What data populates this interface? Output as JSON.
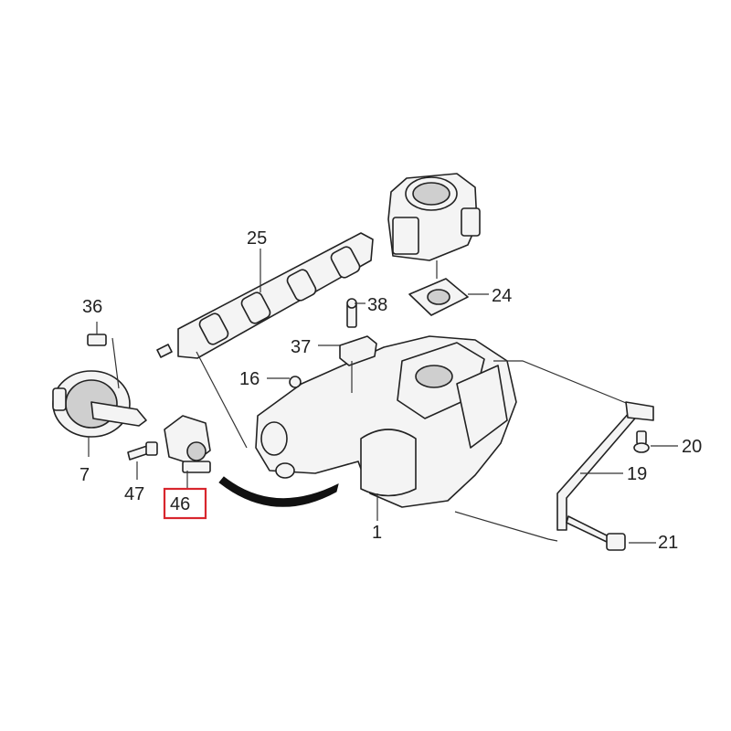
{
  "parts": {
    "p1": "1",
    "p7": "7",
    "p16": "16",
    "p19": "19",
    "p20": "20",
    "p21": "21",
    "p24": "24",
    "p25": "25",
    "p36": "36",
    "p37": "37",
    "p38": "38",
    "p46": "46",
    "p47": "47"
  },
  "highlight": {
    "part": "46",
    "color": "#d8262d"
  }
}
